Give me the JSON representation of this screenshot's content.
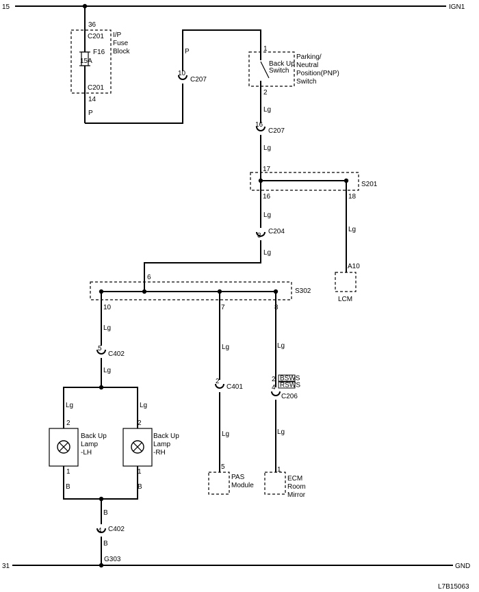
{
  "rails": {
    "top_left": "15",
    "top_right": "IGN1",
    "bottom_left": "31",
    "bottom_right": "GND"
  },
  "fuse_block": {
    "pin_top": "36",
    "conn_top": "C201",
    "fuse_name": "F16",
    "fuse_rating": "15A",
    "label_l1": "I/P",
    "label_l2": "Fuse",
    "label_l3": "Block",
    "conn_bottom": "C201",
    "pin_bottom": "14",
    "wire_color": "P"
  },
  "wire_p": "P",
  "c207_top": {
    "pin": "10",
    "name": "C207"
  },
  "pnp_switch": {
    "pin_top": "1",
    "pin_bottom": "2",
    "inner_l1": "Back Up",
    "inner_l2": "Switch",
    "label_l1": "Parking/",
    "label_l2": "Neutral",
    "label_l3": "Position(PNP)",
    "label_l4": "Switch",
    "wire_color": "Lg"
  },
  "c207_mid": {
    "pin": "16",
    "name": "C207",
    "wire_color": "Lg"
  },
  "s201": {
    "name": "S201",
    "pin_in": "17",
    "pin_out_1": "16",
    "pin_out_2": "18",
    "wire_1": "Lg",
    "wire_2": "Lg"
  },
  "c204": {
    "pin": "3",
    "name": "C204",
    "wire_color": "Lg"
  },
  "lcm": {
    "pin": "A10",
    "name": "LCM"
  },
  "s302": {
    "name": "S302",
    "pin_in": "6",
    "pin_a": "10",
    "pin_b": "7",
    "pin_c": "8",
    "wire_a": "Lg",
    "wire_b": "Lg",
    "wire_c": "Lg"
  },
  "c402_top": {
    "pin": "5",
    "name": "C402",
    "wire_color": "Lg"
  },
  "lamp_lh": {
    "pin_top": "2",
    "pin_bottom": "1",
    "label_l1": "Back Up",
    "label_l2": "Lamp",
    "label_l3": "-LH",
    "wire_top": "Lg",
    "wire_bottom": "B"
  },
  "lamp_rh": {
    "pin_top": "2",
    "pin_bottom": "1",
    "label_l1": "Back Up",
    "label_l2": "Lamp",
    "label_l3": "-RH",
    "wire_top": "Lg",
    "wire_bottom": "B"
  },
  "c401": {
    "pin": "2",
    "name": "C401",
    "wire_color": "Lg"
  },
  "pas": {
    "pin": "5",
    "label_l1": "PAS",
    "label_l2": "Module"
  },
  "c206": {
    "pin_a": "2",
    "pin_b": "4",
    "name": "C206",
    "tag_a": "BSWS",
    "tag_b": "RSWS",
    "wire_color": "Lg"
  },
  "ecm": {
    "pin": "1",
    "label_l1": "ECM",
    "label_l2": "Room",
    "label_l3": "Mirror"
  },
  "c402_bottom": {
    "pin": "4",
    "name": "C402",
    "wire_color": "B"
  },
  "wire_b_common": "B",
  "ground": {
    "name": "G303"
  },
  "figure_id": "L7B15063"
}
